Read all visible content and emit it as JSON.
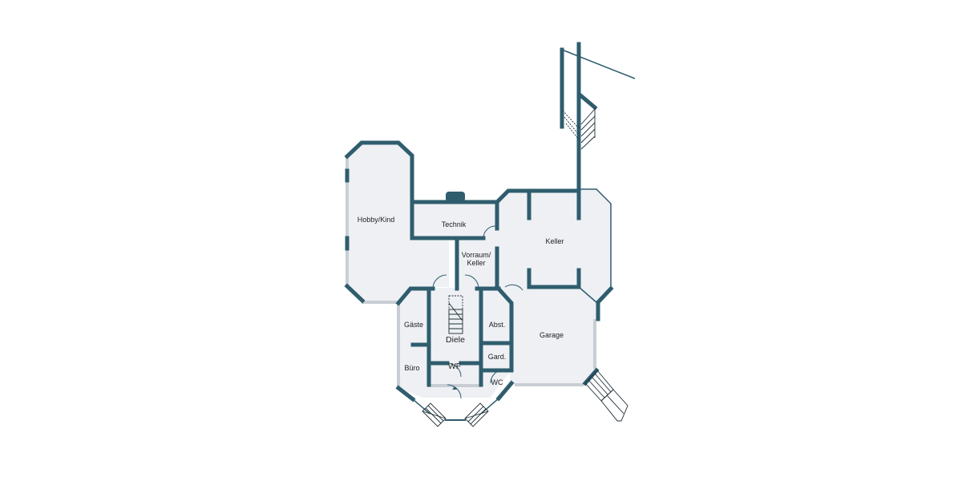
{
  "floorplan": {
    "colors": {
      "wall": "#2f5d6e",
      "floor": "#eef0f4",
      "background": "#ffffff",
      "window": "#c9ced4"
    },
    "rooms": [
      {
        "id": "hobby",
        "label": "Hobby/Kind"
      },
      {
        "id": "technik",
        "label": "Technik"
      },
      {
        "id": "vorraum",
        "label_line1": "Vorraum/",
        "label_line2": "Keller"
      },
      {
        "id": "keller",
        "label": "Keller"
      },
      {
        "id": "garage",
        "label": "Garage"
      },
      {
        "id": "gaeste",
        "label": "Gäste"
      },
      {
        "id": "buero",
        "label": "Büro"
      },
      {
        "id": "diele",
        "label": "Diele"
      },
      {
        "id": "wf",
        "label": "WF"
      },
      {
        "id": "abst",
        "label": "Abst."
      },
      {
        "id": "gard",
        "label": "Gard."
      },
      {
        "id": "wc",
        "label": "WC"
      }
    ]
  }
}
